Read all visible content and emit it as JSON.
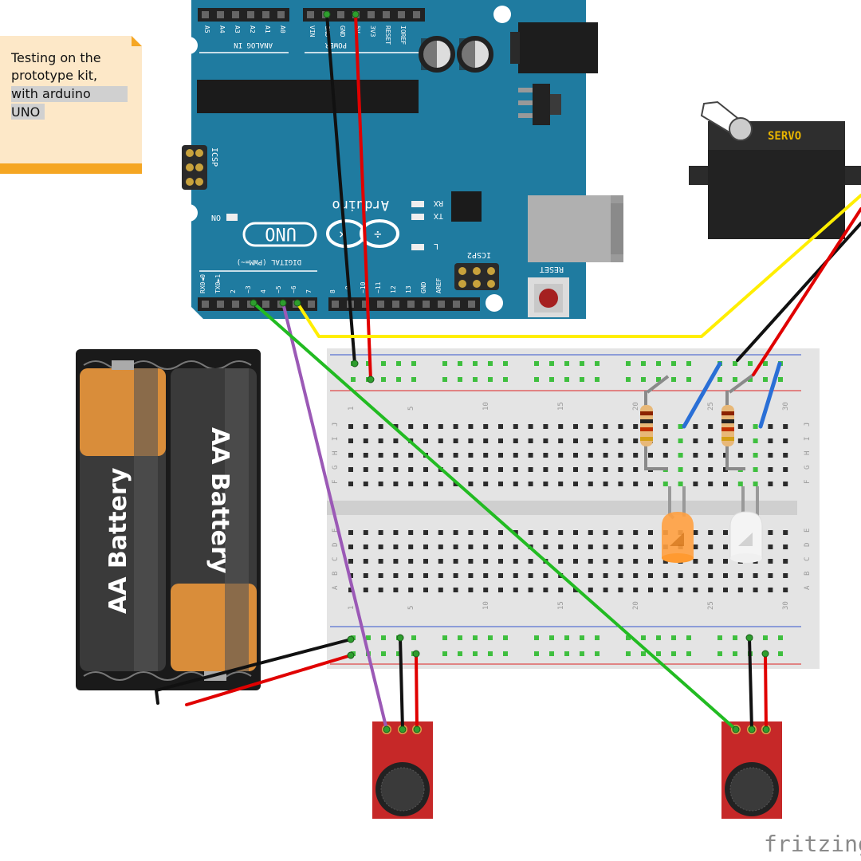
{
  "note": {
    "lines": [
      "Testing on the",
      "prototype kit,",
      "with arduino",
      "UNO"
    ]
  },
  "arduino": {
    "brand": "Arduino",
    "model": "UNO",
    "analog_pins": [
      "A5",
      "A4",
      "A3",
      "A2",
      "A1",
      "A0"
    ],
    "analog_label": "ANALOG IN",
    "power_pins": [
      "VIN",
      "GND",
      "GND",
      "5V",
      "3V3",
      "RESET",
      "IOREF"
    ],
    "power_label": "POWER",
    "digital_label": "DIGITAL (PWM=~)",
    "digital_pins": [
      "RX0◄0",
      "TX0►1",
      "2",
      "~3",
      "4",
      "~5",
      "~6",
      "7",
      "8",
      "~9",
      "~10",
      "~11",
      "12",
      "13",
      "GND",
      "AREF"
    ],
    "icsp_label": "ICSP",
    "icsp2_label": "ICSP2",
    "on_label": "ON",
    "rx_label": "RX",
    "tx_label": "TX",
    "l_label": "L",
    "reset_label": "RESET"
  },
  "servo": {
    "label": "SERVO"
  },
  "battery": {
    "cell_label": "AA Battery"
  },
  "breadboard": {
    "column_numbers": [
      "1",
      "5",
      "10",
      "15",
      "20",
      "25",
      "30"
    ],
    "rows_top": [
      "J",
      "I",
      "H",
      "G",
      "F"
    ],
    "rows_bottom": [
      "E",
      "D",
      "C",
      "B",
      "A"
    ]
  },
  "footer": {
    "brand": "fritzing"
  },
  "colors": {
    "board": "#1f7ba0",
    "wire_red": "#e00000",
    "wire_black": "#111111",
    "wire_yellow": "#ffee00",
    "wire_green": "#22bb22",
    "wire_purple": "#9b59b6",
    "wire_blue": "#2a6fd6",
    "mic_board": "#c62828",
    "led_orange": "#ffa040",
    "led_white": "#f4f4f4"
  }
}
